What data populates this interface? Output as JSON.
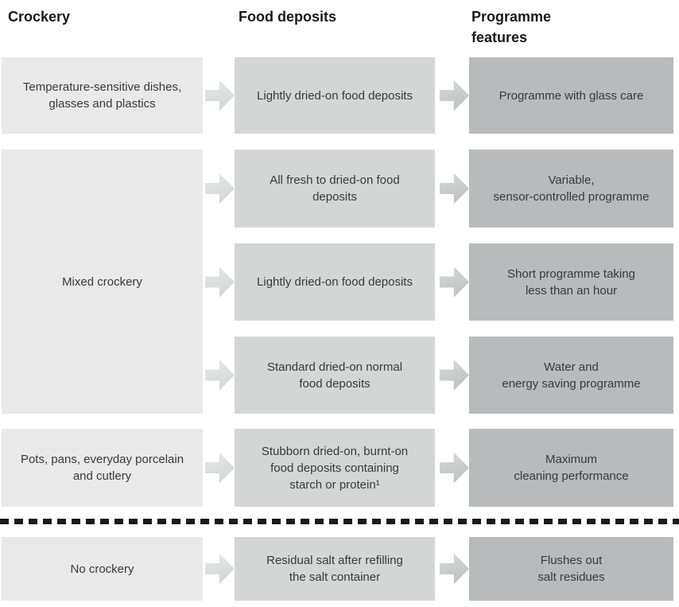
{
  "header": {
    "crockery": "Crockery",
    "food_deposits": "Food deposits",
    "programme_features": "Programme\nfeatures"
  },
  "colors": {
    "col1_bg": "#e9e9e9",
    "col2_bg": "#d4d5d5",
    "col3_bg": "#b9babc",
    "text_color": "#3a3a3a",
    "header_color": "#1a1a1a",
    "dash_color": "#1a1a1a",
    "arrow1_from": "#e9eaea",
    "arrow1_to": "#d0d1d1",
    "arrow2_from": "#d9dadb",
    "arrow2_to": "#bbbcbe"
  },
  "rows": [
    {
      "crockery": "Temperature-sensitive dishes,\nglasses and plastics",
      "deposits": "Lightly dried-on food deposits",
      "programme": "Programme with glass care"
    },
    {
      "deposits": "All fresh to dried-on food\ndeposits",
      "programme": "Variable,\nsensor-controlled programme"
    },
    {
      "crockery": "Mixed crockery",
      "deposits": "Lightly dried-on food deposits",
      "programme": "Short programme taking\nless than an hour"
    },
    {
      "deposits": "Standard dried-on normal\nfood deposits",
      "programme": "Water and\nenergy saving programme"
    },
    {
      "crockery": "Pots, pans, everyday porcelain\nand cutlery",
      "deposits": "Stubborn dried-on, burnt-on\nfood deposits containing\nstarch or protein¹",
      "programme": "Maximum\ncleaning performance"
    },
    {
      "crockery": "No crockery",
      "deposits": "Residual salt after refilling\nthe salt container",
      "programme": "Flushes out\nsalt residues"
    }
  ]
}
